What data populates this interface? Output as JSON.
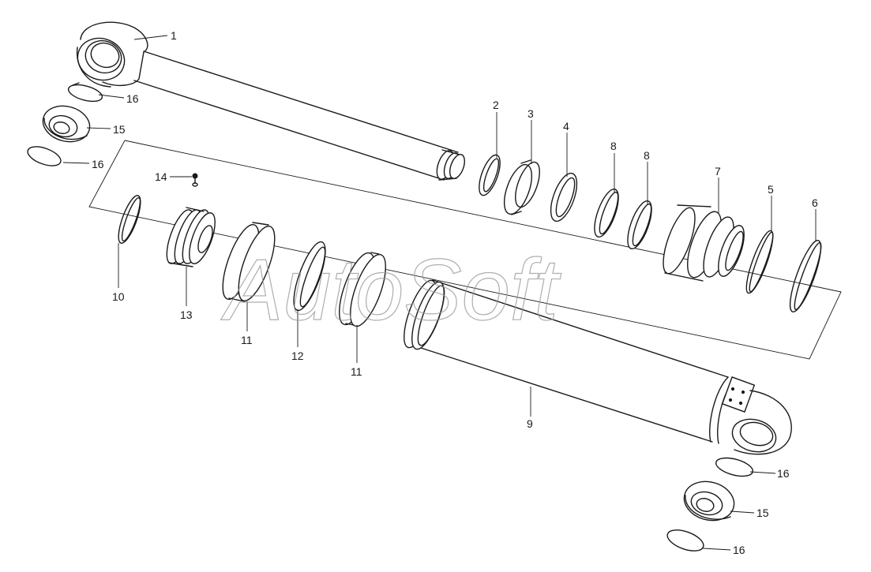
{
  "watermark": "AutoSoft",
  "callouts": {
    "c1": "1",
    "c2": "2",
    "c3": "3",
    "c4": "4",
    "c5": "5",
    "c6": "6",
    "c7": "7",
    "c8a": "8",
    "c8b": "8",
    "c9": "9",
    "c10": "10",
    "c11a": "11",
    "c11b": "11",
    "c12": "12",
    "c13": "13",
    "c14": "14",
    "c15a": "15",
    "c15b": "15",
    "c16a": "16",
    "c16b": "16",
    "c16c": "16",
    "c16d": "16"
  }
}
